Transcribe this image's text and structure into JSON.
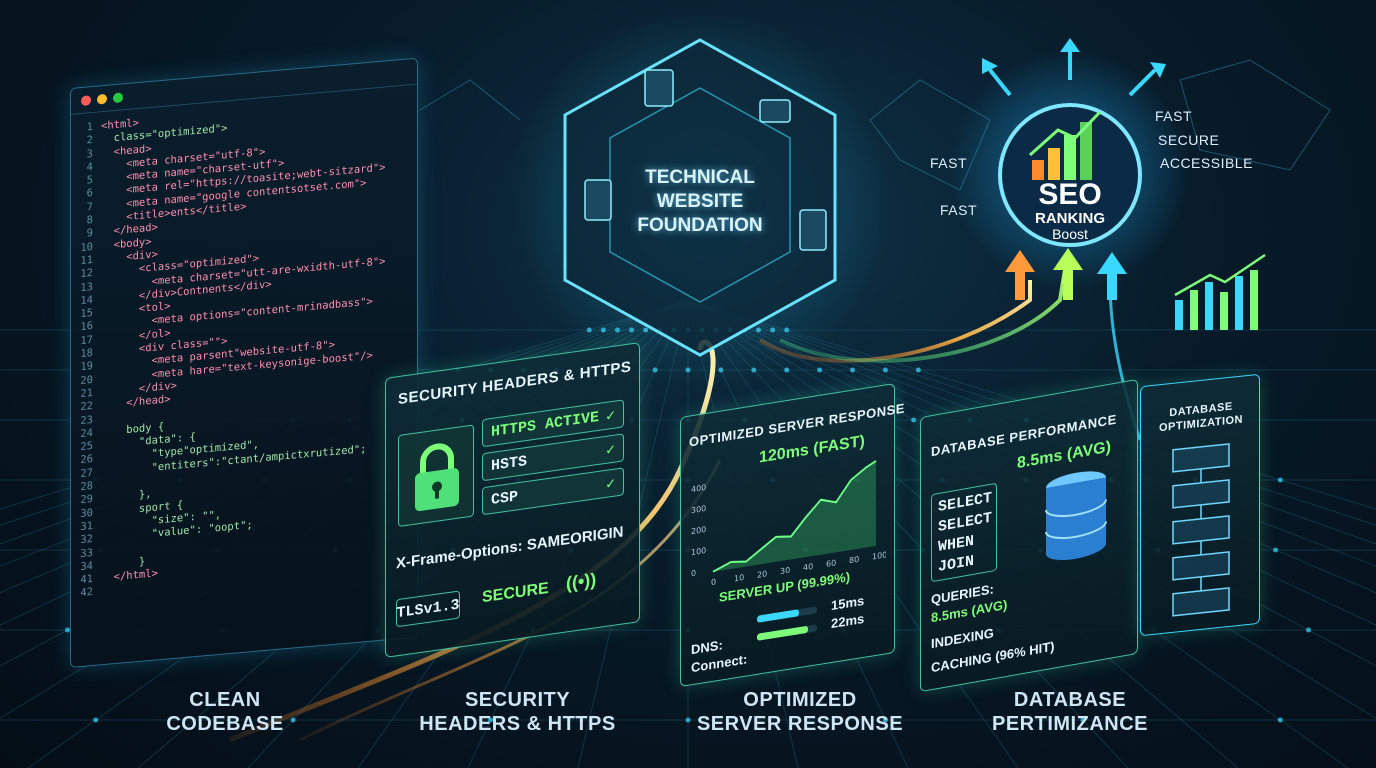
{
  "hex": {
    "title_lines": [
      "TECHNICAL",
      "WEBSITE",
      "FOUNDATION"
    ]
  },
  "code_editor": {
    "lines": [
      {
        "n": "1",
        "t": "<html>"
      },
      {
        "n": "2",
        "t": "  class=\"optimized\">"
      },
      {
        "n": "3",
        "t": "  <head>"
      },
      {
        "n": "4",
        "t": "    <meta charset=\"utf-8\">"
      },
      {
        "n": "5",
        "t": "    <meta name=\"charset-utf\">"
      },
      {
        "n": "6",
        "t": "    <meta rel=\"https://toasite;webt-sitzard\">"
      },
      {
        "n": "7",
        "t": "    <meta name=\"google contentsotset.com\">"
      },
      {
        "n": "8",
        "t": "    <title>ents</title>"
      },
      {
        "n": "9",
        "t": "  </head>"
      },
      {
        "n": "10",
        "t": "  <body>"
      },
      {
        "n": "11",
        "t": "    <div>"
      },
      {
        "n": "12",
        "t": "      <class=\"optimized\">"
      },
      {
        "n": "13",
        "t": "        <meta charset=\"utt-are-wxidth-utf-8\">"
      },
      {
        "n": "14",
        "t": "      </div>Contnents</div>"
      },
      {
        "n": "15",
        "t": "      <tol>"
      },
      {
        "n": "16",
        "t": "        <meta options=\"content-mrinadbass\">"
      },
      {
        "n": "17",
        "t": "      </ol>"
      },
      {
        "n": "18",
        "t": "      <div class=\"\">"
      },
      {
        "n": "19",
        "t": "        <meta parsent\"website-utf-8\">"
      },
      {
        "n": "20",
        "t": "        <meta hare=\"text-keysonige-boost\"/>"
      },
      {
        "n": "21",
        "t": "      </div>"
      },
      {
        "n": "22",
        "t": "    </head>"
      },
      {
        "n": "23",
        "t": ""
      },
      {
        "n": "24",
        "t": "    body {"
      },
      {
        "n": "25",
        "t": "      \"data\": {"
      },
      {
        "n": "26",
        "t": "        \"type\"optimized\","
      },
      {
        "n": "27",
        "t": "        \"entiters\":\"ctant/ampictxrutized\";"
      },
      {
        "n": "28",
        "t": ""
      },
      {
        "n": "29",
        "t": "      },"
      },
      {
        "n": "30",
        "t": "      sport {"
      },
      {
        "n": "31",
        "t": "        \"size\": \"\","
      },
      {
        "n": "32",
        "t": "        \"value\": \"oopt\";"
      },
      {
        "n": "33",
        "t": ""
      },
      {
        "n": "34",
        "t": "      }"
      },
      {
        "n": "41",
        "t": "  </html>"
      },
      {
        "n": "42",
        "t": ""
      }
    ]
  },
  "security_panel": {
    "title": "SECURITY HEADERS & HTTPS",
    "checks": [
      "HTTPS ACTIVE",
      "HSTS",
      "CSP"
    ],
    "xframe": "X-Frame-Options: SAMEORIGIN",
    "tls": "TLSv1.3",
    "secure": "SECURE"
  },
  "server_panel": {
    "title": "OPTIMIZED SERVER RESPONSE",
    "latency": "120ms (FAST)",
    "uptime": "SERVER UP (99.99%)",
    "dns_label": "DNS:",
    "dns_value": "15ms",
    "connect_label": "Connect:",
    "connect_value": "22ms",
    "y_ticks": [
      "400",
      "300",
      "200",
      "100",
      "0"
    ],
    "x_ticks": [
      "0",
      "10",
      "20",
      "30",
      "40",
      "60",
      "80",
      "100"
    ]
  },
  "db_panel": {
    "title": "DATABASE PERFORMANCE",
    "avg": "8.5ms (AVG)",
    "sql": [
      "SELECT",
      "SELECT",
      "WHEN",
      "JOIN"
    ],
    "queries_label": "QUERIES:",
    "queries_value": "8.5ms (AVG)",
    "indexing": "INDEXING",
    "caching": "CACHING (96% HIT)"
  },
  "db_opt_panel": {
    "title_lines": [
      "DATABASE",
      "OPTIMIZATION"
    ]
  },
  "seo": {
    "line1": "SEO",
    "line2": "RANKING",
    "line3": "Boost",
    "left_words": [
      "FAST",
      "FAST"
    ],
    "right_words": [
      "FAST",
      "SECURE",
      "ACCESSIBLE"
    ]
  },
  "bottom_labels": [
    {
      "l1": "CLEAN",
      "l2": "CODEBASE"
    },
    {
      "l1": "SECURITY",
      "l2": "HEADERS & HTTPS"
    },
    {
      "l1": "OPTIMIZED",
      "l2": "SERVER RESPONSE"
    },
    {
      "l1": "DATABASE",
      "l2": "PERTIMIZANCE"
    }
  ],
  "colors": {
    "accent_cyan": "#39d5ff",
    "accent_green": "#7dff7a",
    "accent_orange": "#ffb347",
    "bg": "#06141f"
  },
  "icons": [
    "lock-icon",
    "wifi-signal-icon",
    "database-cylinder-icon",
    "check-icon",
    "arrow-up-icon",
    "server-icon"
  ]
}
